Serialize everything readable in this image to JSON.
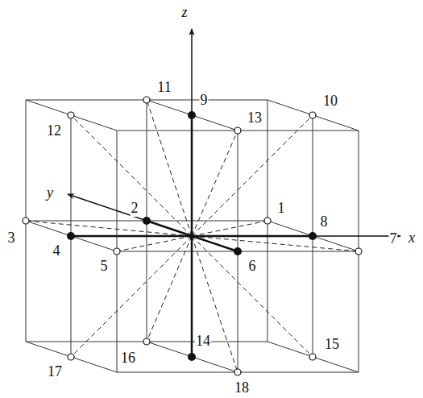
{
  "diagram": {
    "labels": [
      "z",
      "y",
      "x",
      "1",
      "2",
      "3",
      "4",
      "5",
      "6",
      "7",
      "8",
      "9",
      "10",
      "11",
      "12",
      "13",
      "14",
      "15",
      "16",
      "17",
      "18"
    ]
  }
}
